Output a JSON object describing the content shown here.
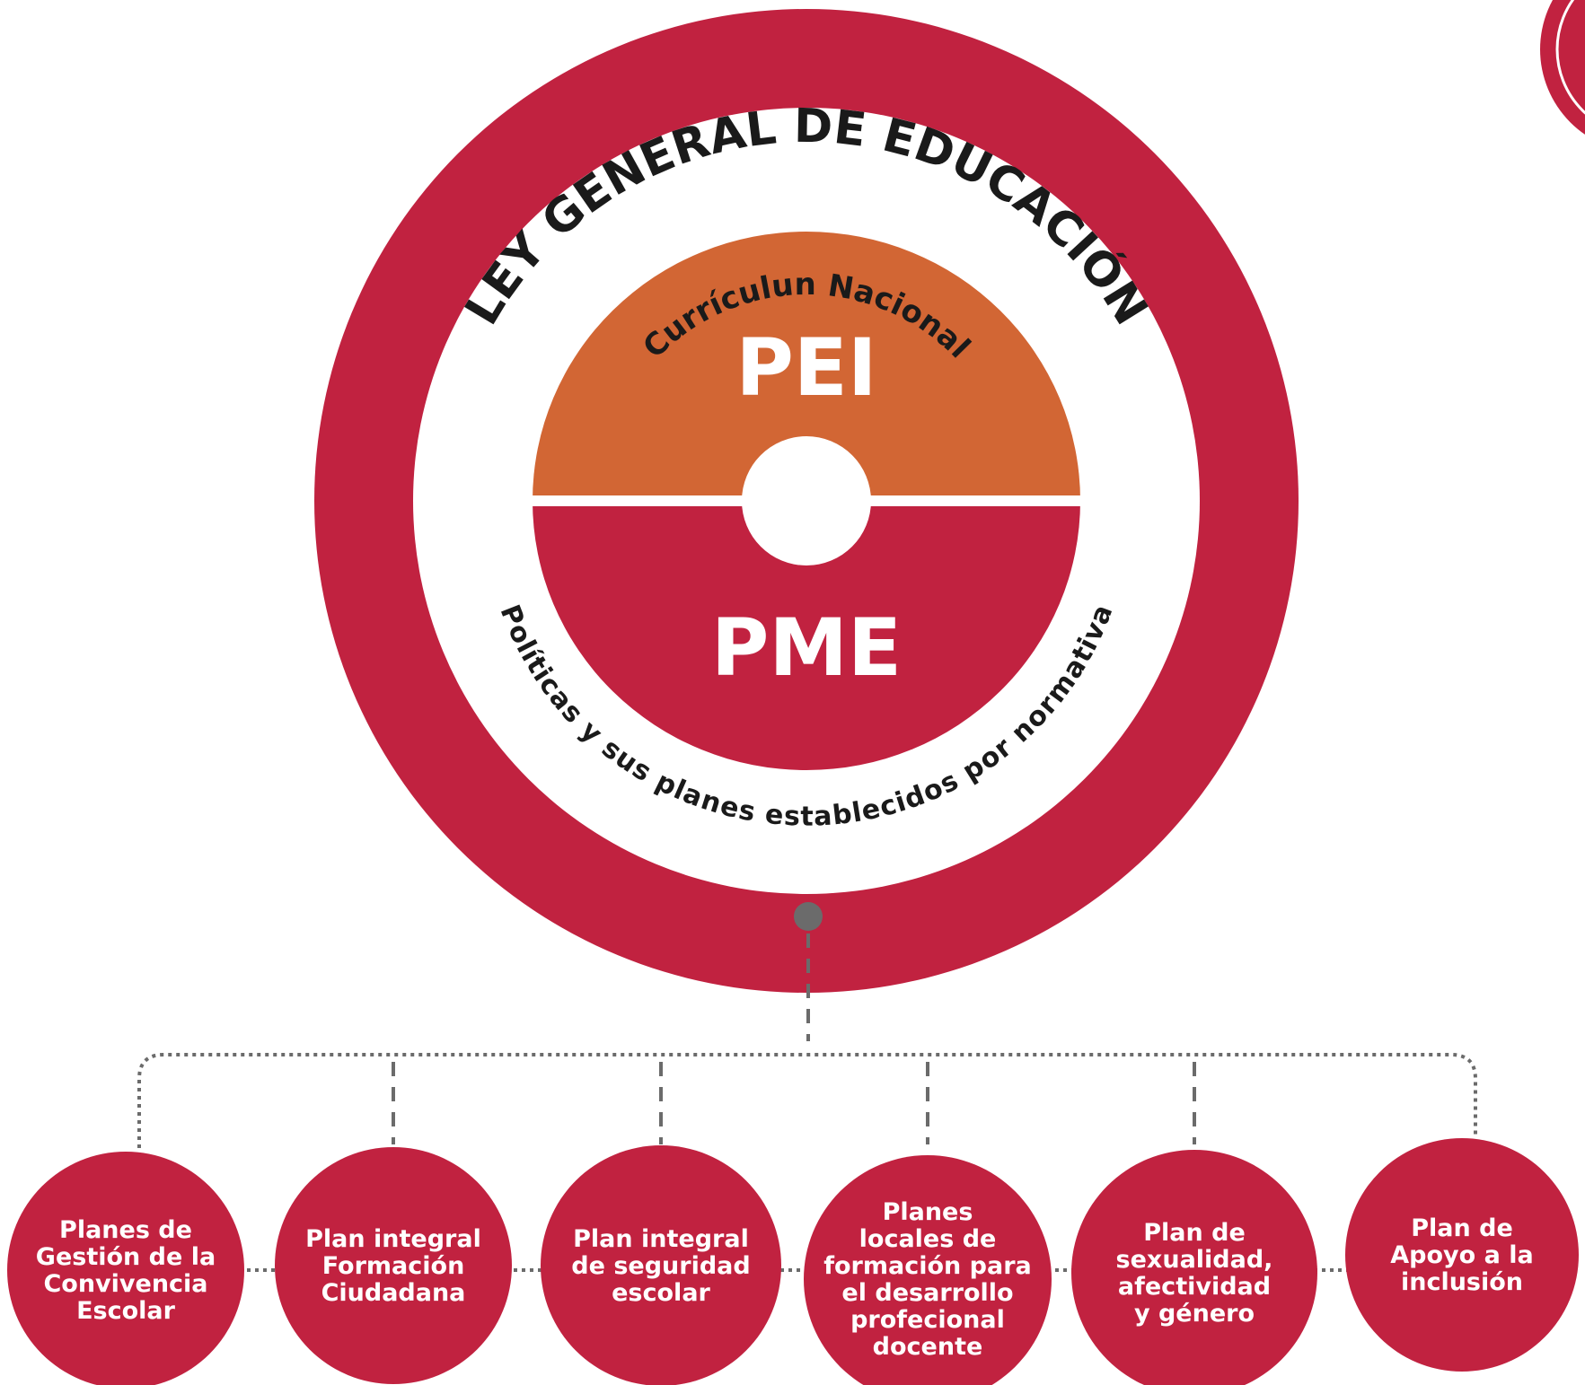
{
  "colors": {
    "crimson": "#c12240",
    "orange": "#d26634",
    "white": "#ffffff",
    "connector": "#6b6b6b",
    "text_dark": "#1a1a1a"
  },
  "outer_ring": {
    "label": "LEY GENERAL DE EDUCACIÓN"
  },
  "inner_ring": {
    "top_label": "Currículun Nacional",
    "bottom_label": "Políticas y sus planes establecidos por normativa"
  },
  "core": {
    "top_label": "PEI",
    "bottom_label": "PME"
  },
  "plans": [
    {
      "lines": [
        "Planes de",
        "Gestión de la",
        "Convivencia",
        "Escolar"
      ]
    },
    {
      "lines": [
        "Plan integral",
        "Formación",
        "Ciudadana"
      ]
    },
    {
      "lines": [
        "Plan integral",
        "de seguridad",
        "escolar"
      ]
    },
    {
      "lines": [
        "Planes",
        "locales de",
        "formación para",
        "el desarrollo",
        "profecional",
        "docente"
      ]
    },
    {
      "lines": [
        "Plan de",
        "sexualidad,",
        "afectividad",
        "y género"
      ]
    },
    {
      "lines": [
        "Plan de",
        "Apoyo a la",
        "inclusión"
      ]
    }
  ]
}
